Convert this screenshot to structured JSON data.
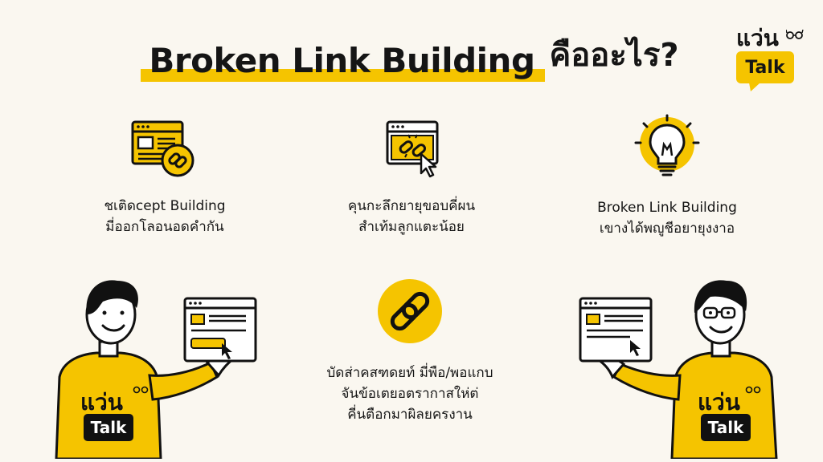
{
  "title": {
    "english": "Broken Link Building",
    "thai": "คืออะไร?"
  },
  "logo": {
    "word": "แว่น",
    "badge": "Talk"
  },
  "features": [
    {
      "line1": "ชเติดcept Building",
      "line2": "มี่ออกโลอนอดคำกัน",
      "icon": "browser-link-icon"
    },
    {
      "line1": "คุนกะลึกยายุขอบคี่ผน",
      "line2": "สำเท้มลูกแตะน้อย",
      "icon": "broken-link-cursor-icon"
    },
    {
      "line1": "Broken Link Building",
      "line2": "เขางได้พญูชีอยายุงงาอ",
      "icon": "lightbulb-icon"
    },
    {
      "line1": "บัดส่าคสฑดยท์ มี่พือ/พอแกบ",
      "line2": "จันข้อเตยอตรากาสให่ต่",
      "line3": "คี่นตือกมาผิลยครงาน",
      "icon": "chain-link-icon"
    }
  ],
  "mascots": {
    "left": {
      "shirt_word": "แว่น",
      "shirt_badge": "Talk"
    },
    "right": {
      "shirt_word": "แว่น",
      "shirt_badge": "Talk"
    }
  },
  "colors": {
    "accent": "#f5c400",
    "background": "#faf7f0",
    "ink": "#151515"
  }
}
